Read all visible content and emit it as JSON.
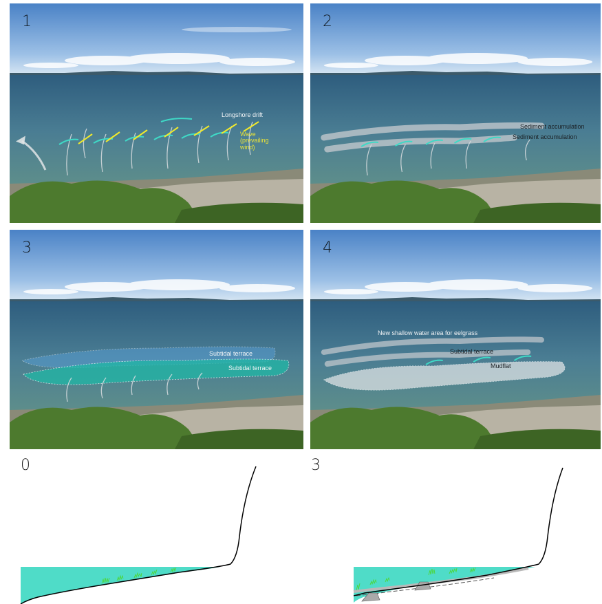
{
  "panels": {
    "p1": {
      "number": "1",
      "longshore_label": "Longshore drift",
      "wave_label": "Wave (prevailing wind)"
    },
    "p2": {
      "number": "2",
      "accum_label_1": "Sediment accumulation",
      "accum_label_2": "Sediment accumulation"
    },
    "p3": {
      "number": "3",
      "terrace_label_1": "Subtidal terrace",
      "terrace_label_2": "Subtidal terrace"
    },
    "p4": {
      "number": "4",
      "eelgrass_label": "New shallow water area for eelgrass",
      "terrace_label": "Subtidal terrace",
      "mudflat_label": "Mudflat"
    },
    "s0": {
      "number": "0"
    },
    "s3": {
      "number": "3"
    }
  },
  "colors": {
    "sky_top": "#4f86c9",
    "sky_bottom": "#cfe1f2",
    "water": "#3f6f86",
    "teal": "#3fd9c6",
    "yellow_arrow": "#f2ea2a",
    "vegetation": "#4d7a2e",
    "profile_water": "#4fdcc8",
    "eelgrass": "#4cd62a"
  }
}
